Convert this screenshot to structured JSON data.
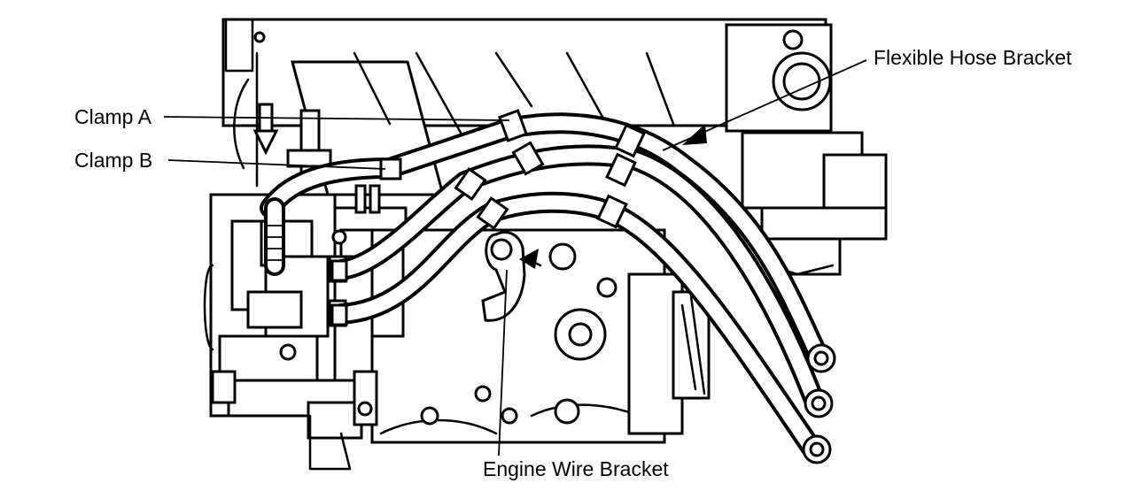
{
  "labels": {
    "flexible_hose_bracket": "Flexible Hose Bracket",
    "clamp_a": "Clamp A",
    "clamp_b": "Clamp B",
    "engine_wire_bracket": "Engine Wire  Bracket"
  },
  "colors": {
    "ink": "#000000",
    "paper": "#ffffff"
  }
}
